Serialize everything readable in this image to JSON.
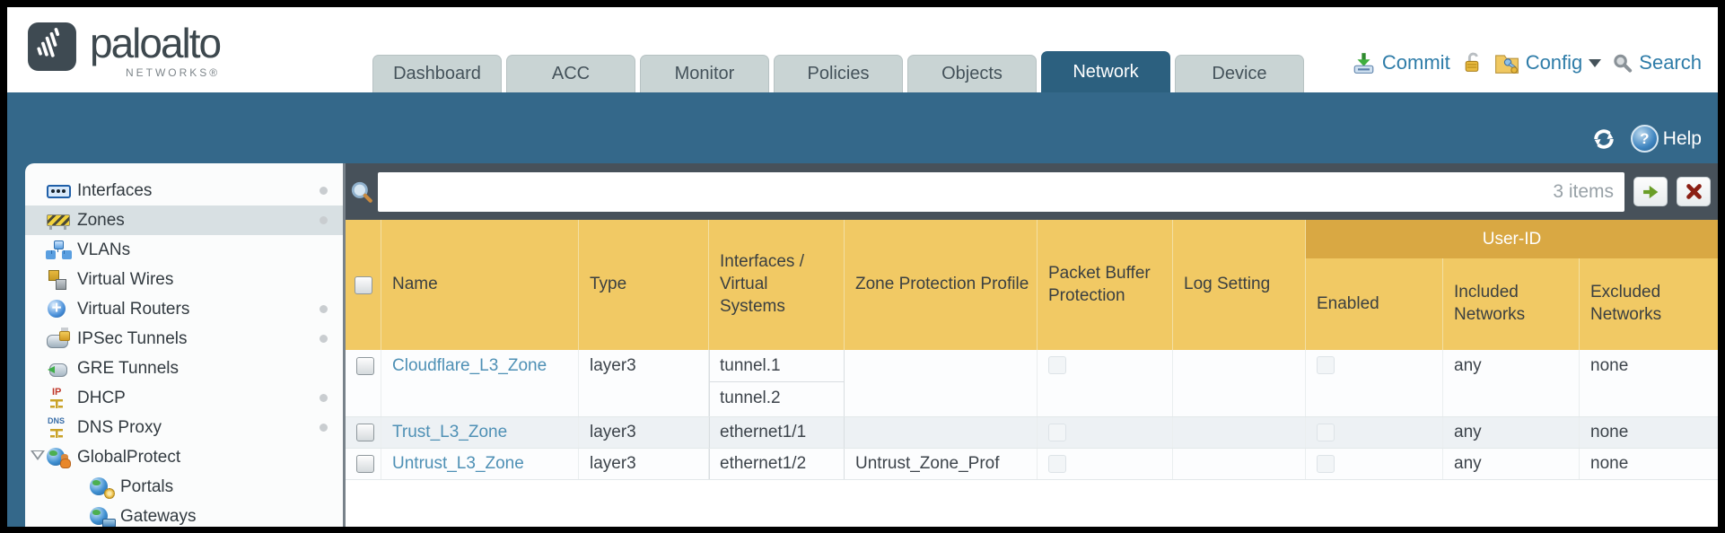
{
  "brand": {
    "name": "paloalto",
    "sub": "NETWORKS®"
  },
  "nav": {
    "tabs": [
      {
        "label": "Dashboard",
        "active": false
      },
      {
        "label": "ACC",
        "active": false
      },
      {
        "label": "Monitor",
        "active": false
      },
      {
        "label": "Policies",
        "active": false
      },
      {
        "label": "Objects",
        "active": false
      },
      {
        "label": "Network",
        "active": true
      },
      {
        "label": "Device",
        "active": false
      }
    ],
    "actions": {
      "commit_label": "Commit",
      "config_label": "Config",
      "search_label": "Search"
    }
  },
  "toolbar": {
    "help_label": "Help"
  },
  "sidebar": {
    "items": [
      {
        "label": "Interfaces",
        "icon": "interfaces-icon",
        "dot": true
      },
      {
        "label": "Zones",
        "icon": "zones-icon",
        "dot": true,
        "selected": true
      },
      {
        "label": "VLANs",
        "icon": "vlans-icon"
      },
      {
        "label": "Virtual Wires",
        "icon": "virtual-wires-icon"
      },
      {
        "label": "Virtual Routers",
        "icon": "virtual-routers-icon",
        "dot": true
      },
      {
        "label": "IPSec Tunnels",
        "icon": "ipsec-tunnels-icon",
        "dot": true
      },
      {
        "label": "GRE Tunnels",
        "icon": "gre-tunnels-icon"
      },
      {
        "label": "DHCP",
        "icon": "dhcp-icon",
        "dot": true
      },
      {
        "label": "DNS Proxy",
        "icon": "dns-proxy-icon",
        "dot": true
      },
      {
        "label": "GlobalProtect",
        "icon": "globalprotect-icon",
        "expanded": true
      },
      {
        "label": "Portals",
        "icon": "portals-icon",
        "child": true
      },
      {
        "label": "Gateways",
        "icon": "gateways-icon",
        "child": true
      }
    ]
  },
  "filter": {
    "value": "",
    "count_label": "3 items"
  },
  "table": {
    "group_header": "User-ID",
    "columns": [
      "Name",
      "Type",
      "Interfaces / Virtual Systems",
      "Zone Protection Profile",
      "Packet Buffer Protection",
      "Log Setting",
      "Enabled",
      "Included Networks",
      "Excluded Networks"
    ],
    "rows": [
      {
        "name": "Cloudflare_L3_Zone",
        "type": "layer3",
        "interfaces": [
          "tunnel.1",
          "tunnel.2"
        ],
        "zone_protection_profile": "",
        "packet_buffer_protection": false,
        "log_setting": "",
        "user_id_enabled": false,
        "included_networks": "any",
        "excluded_networks": "none"
      },
      {
        "name": "Trust_L3_Zone",
        "type": "layer3",
        "interfaces": [
          "ethernet1/1"
        ],
        "zone_protection_profile": "",
        "packet_buffer_protection": false,
        "log_setting": "",
        "user_id_enabled": false,
        "included_networks": "any",
        "excluded_networks": "none"
      },
      {
        "name": "Untrust_L3_Zone",
        "type": "layer3",
        "interfaces": [
          "ethernet1/2"
        ],
        "zone_protection_profile": "Untrust_Zone_Prof",
        "packet_buffer_protection": false,
        "log_setting": "",
        "user_id_enabled": false,
        "included_networks": "any",
        "excluded_networks": "none"
      }
    ]
  },
  "colors": {
    "brand_teal": "#34688a",
    "active_tab": "#2c607f",
    "toolbar_slate": "#47515a",
    "table_header_gold": "#f1c964",
    "user_id_band_gold": "#d9a843",
    "link_blue": "#4e90b5",
    "action_text_blue": "#2e7ca8",
    "row_alt": "#edf1f4",
    "commit_green": "#3faf3f",
    "close_red": "#8b1f14"
  }
}
